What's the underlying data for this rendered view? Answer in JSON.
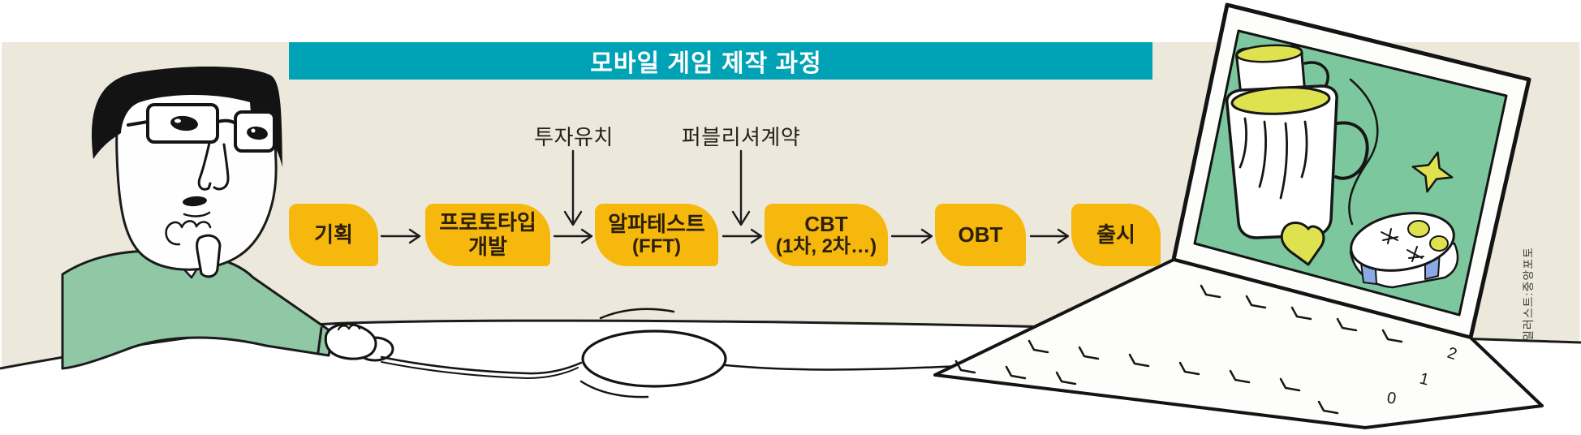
{
  "header": {
    "title": "모바일 게임 제작 과정"
  },
  "flow": {
    "steps": [
      {
        "lines": [
          "기획"
        ]
      },
      {
        "lines": [
          "프로토타입",
          "개발"
        ]
      },
      {
        "lines": [
          "알파테스트",
          "(FFT)"
        ]
      },
      {
        "lines": [
          "CBT",
          "(1차, 2차…)"
        ]
      },
      {
        "lines": [
          "OBT"
        ]
      },
      {
        "lines": [
          "출시"
        ]
      }
    ],
    "annotations": [
      {
        "label": "투자유치"
      },
      {
        "label": "퍼블리셔계약"
      }
    ]
  },
  "illustration": {
    "credit": "일러스트:중앙포토",
    "keyboard_digits": [
      "2",
      "1",
      "0"
    ]
  },
  "colors": {
    "teal": "#00A2B6",
    "orange": "#F7B80D",
    "beige": "#ECE8DB",
    "ink": "#1B1B1B",
    "sweater_green": "#90C7A5",
    "screen_green": "#7CC79D",
    "accent_yellow": "#DFE24F",
    "accent_blue": "#8BA9E4"
  }
}
